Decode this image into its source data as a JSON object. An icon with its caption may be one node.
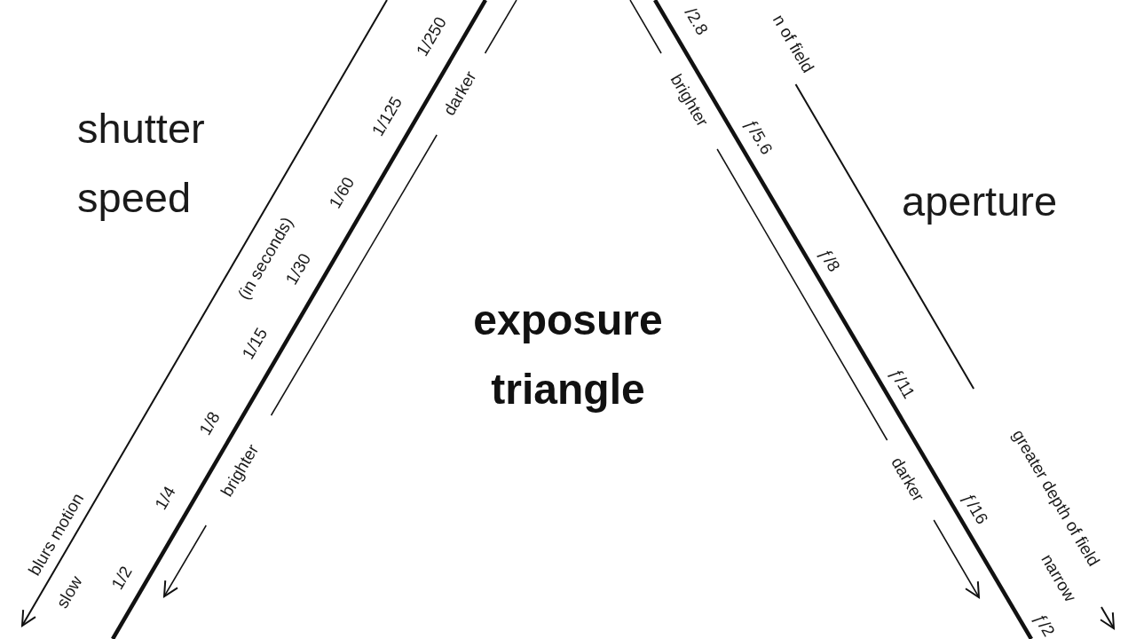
{
  "diagram": {
    "title": "exposure triangle",
    "labels": [
      "shutter speed",
      "1/250",
      "darker",
      "1/125",
      "1/60",
      "(in seconds)",
      "1/30",
      "1/15",
      "1/8",
      "brighter",
      "1/4",
      "blurs motion",
      "1/2",
      "slow",
      "/2.8",
      "n of field",
      "brighter",
      "ƒ/5.6",
      "aperture",
      "ƒ/8",
      "ƒ/11",
      "darker",
      "ƒ/16",
      "greater depth of field",
      "narrow",
      "ƒ/2"
    ]
  }
}
